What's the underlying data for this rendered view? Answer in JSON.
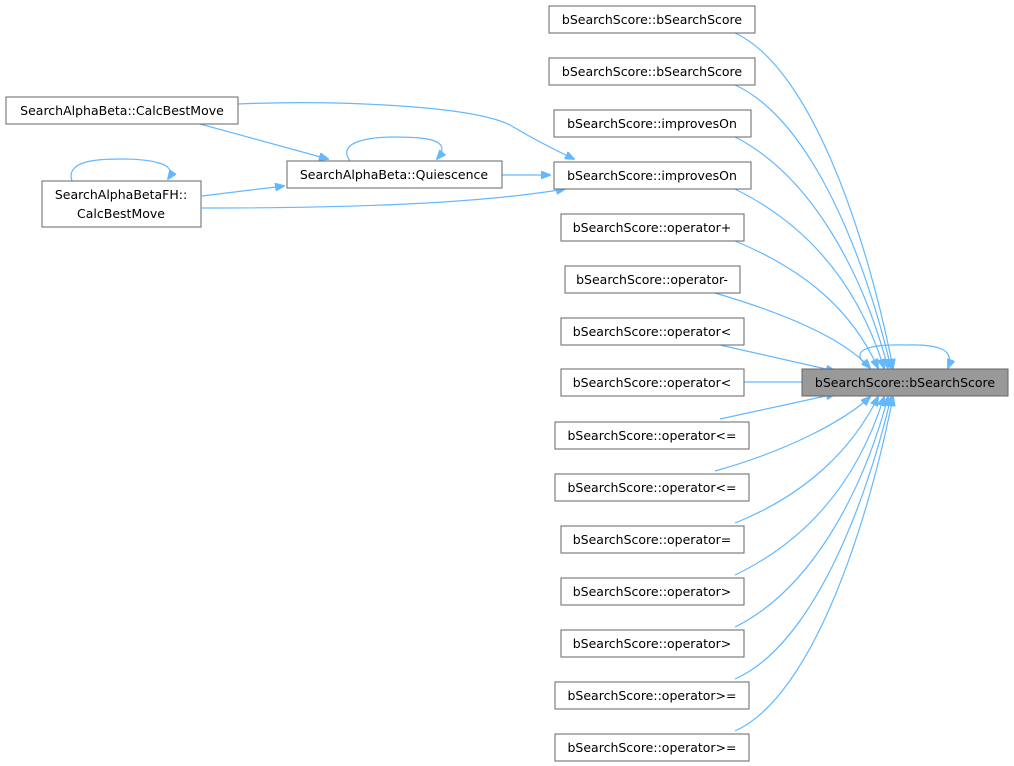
{
  "graph": {
    "target": {
      "label": "bSearchScore::bSearchScore"
    },
    "callers": [
      {
        "label": "bSearchScore::bSearchScore"
      },
      {
        "label": "bSearchScore::bSearchScore"
      },
      {
        "label": "bSearchScore::improvesOn"
      },
      {
        "label": "bSearchScore::improvesOn"
      },
      {
        "label": "bSearchScore::operator+"
      },
      {
        "label": "bSearchScore::operator-"
      },
      {
        "label": "bSearchScore::operator<"
      },
      {
        "label": "bSearchScore::operator<"
      },
      {
        "label": "bSearchScore::operator<="
      },
      {
        "label": "bSearchScore::operator<="
      },
      {
        "label": "bSearchScore::operator="
      },
      {
        "label": "bSearchScore::operator>"
      },
      {
        "label": "bSearchScore::operator>"
      },
      {
        "label": "bSearchScore::operator>="
      },
      {
        "label": "bSearchScore::operator>="
      }
    ],
    "upstream": {
      "quiescence": {
        "label": "SearchAlphaBeta::Quiescence"
      },
      "calc_best_move": {
        "label": "SearchAlphaBeta::CalcBestMove"
      },
      "fh_calc_best_move": {
        "line1": "SearchAlphaBetaFH::",
        "line2": "CalcBestMove"
      }
    },
    "colors": {
      "edge": "#63b8ff",
      "node_border": "#666666",
      "target_fill": "#999999"
    }
  }
}
